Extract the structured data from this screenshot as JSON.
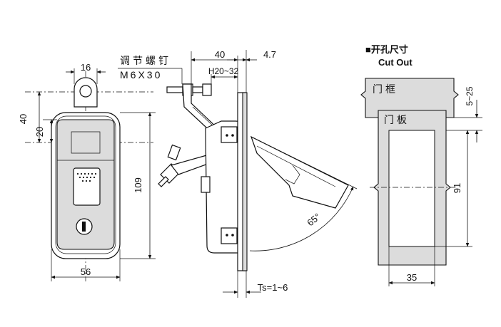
{
  "front_view": {
    "dim_top_width": "16",
    "dim_height_40": "40",
    "dim_height_20": "20",
    "dim_height_109": "109",
    "dim_width_56": "56"
  },
  "side_view": {
    "adjust_screw_label": "调节螺钉",
    "adjust_screw_spec": "M6X30",
    "dim_40": "40",
    "dim_4_7": "4.7",
    "dim_h": "H20~32",
    "dim_ts": "Ts=1~6",
    "angle": "65°"
  },
  "cutout_view": {
    "title_cn": "■开孔尺寸",
    "title_en": "Cut Out",
    "frame_label": "门框",
    "panel_label": "门板",
    "dim_5_25": "5~25",
    "dim_91": "91",
    "dim_35": "35"
  }
}
